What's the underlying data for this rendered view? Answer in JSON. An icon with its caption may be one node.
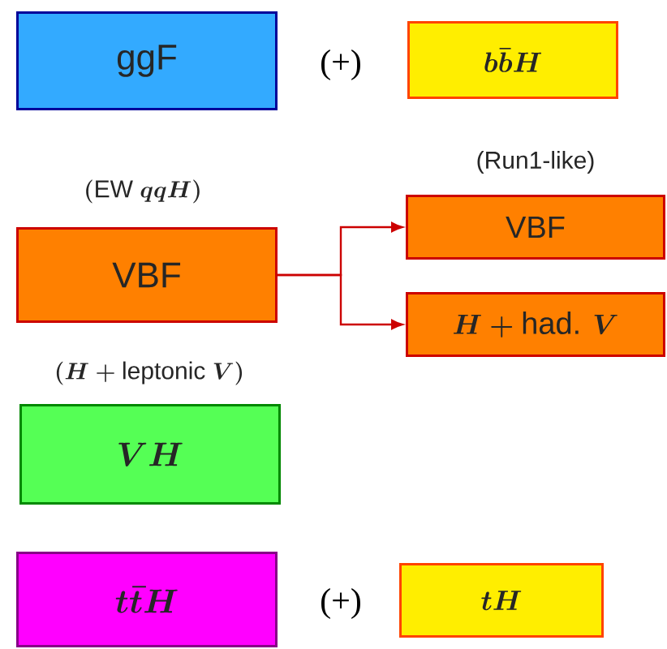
{
  "diagram": {
    "nodes": [
      {
        "text": [
          "ggF"
        ]
      },
      {
        "text": [
          "b\\bar{b}H"
        ]
      },
      {
        "text": [
          "VBF"
        ],
        "beside": [
          "(\\text{EW}\\ qqH)"
        ]
      },
      {
        "text": [
          "VBF"
        ],
        "beside": [
          "(Run1-like)"
        ]
      },
      {
        "text": [
          "H + \\text{had. } V"
        ]
      },
      {
        "text": [
          "VH"
        ],
        "beside": [
          "(H + \\text{leptonic } V)"
        ]
      },
      {
        "text": [
          "t\\bar{t}H"
        ]
      },
      {
        "text": [
          "tH"
        ]
      }
    ],
    "edges": [
      {
        "from": 2,
        "to": 3,
        "arrow": "to"
      },
      {
        "from": 2,
        "to": 4,
        "arrow": "to"
      }
    ],
    "labels": [
      "(+)",
      "(+)"
    ]
  }
}
